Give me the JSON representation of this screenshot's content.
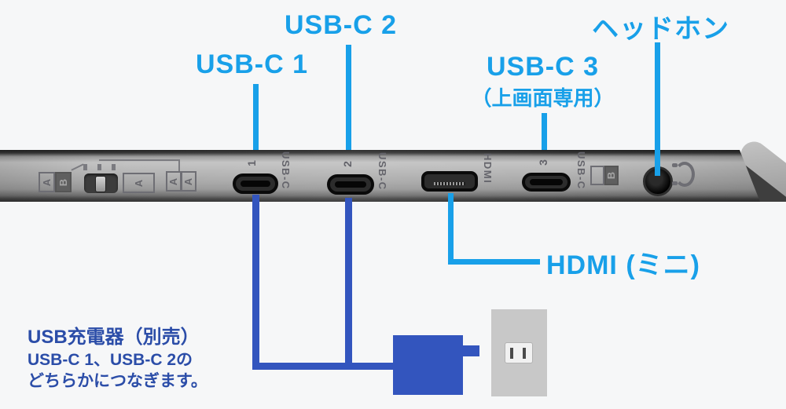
{
  "colors": {
    "accent_cyan": "#18a0e9",
    "accent_blue": "#3355be",
    "note_text_blue": "#2b4da8",
    "background": "#f6f7f8"
  },
  "callouts": {
    "usb_c_1": {
      "label": "USB-C 1"
    },
    "usb_c_2": {
      "label": "USB-C 2"
    },
    "usb_c_3": {
      "label": "USB-C 3",
      "note": "（上画面専用）"
    },
    "headphone": {
      "label": "ヘッドホン"
    },
    "hdmi": {
      "label": "HDMI (ミニ)"
    }
  },
  "charger_note": {
    "line1": "USB充電器（別売）",
    "line2": "USB-C 1、USB-C 2の",
    "line3": "どちらかにつなぎます。"
  },
  "engravings": {
    "port1_num": "1",
    "port2_num": "2",
    "port3_num": "3",
    "usb_c": "USB-C",
    "hdmi": "HDMI",
    "mode_a": "A",
    "mode_b": "B"
  },
  "icons": {
    "headphone_engraving": "headphone-icon",
    "power_outlet": "outlet-icon",
    "usb_charger": "usb-charger-block"
  }
}
